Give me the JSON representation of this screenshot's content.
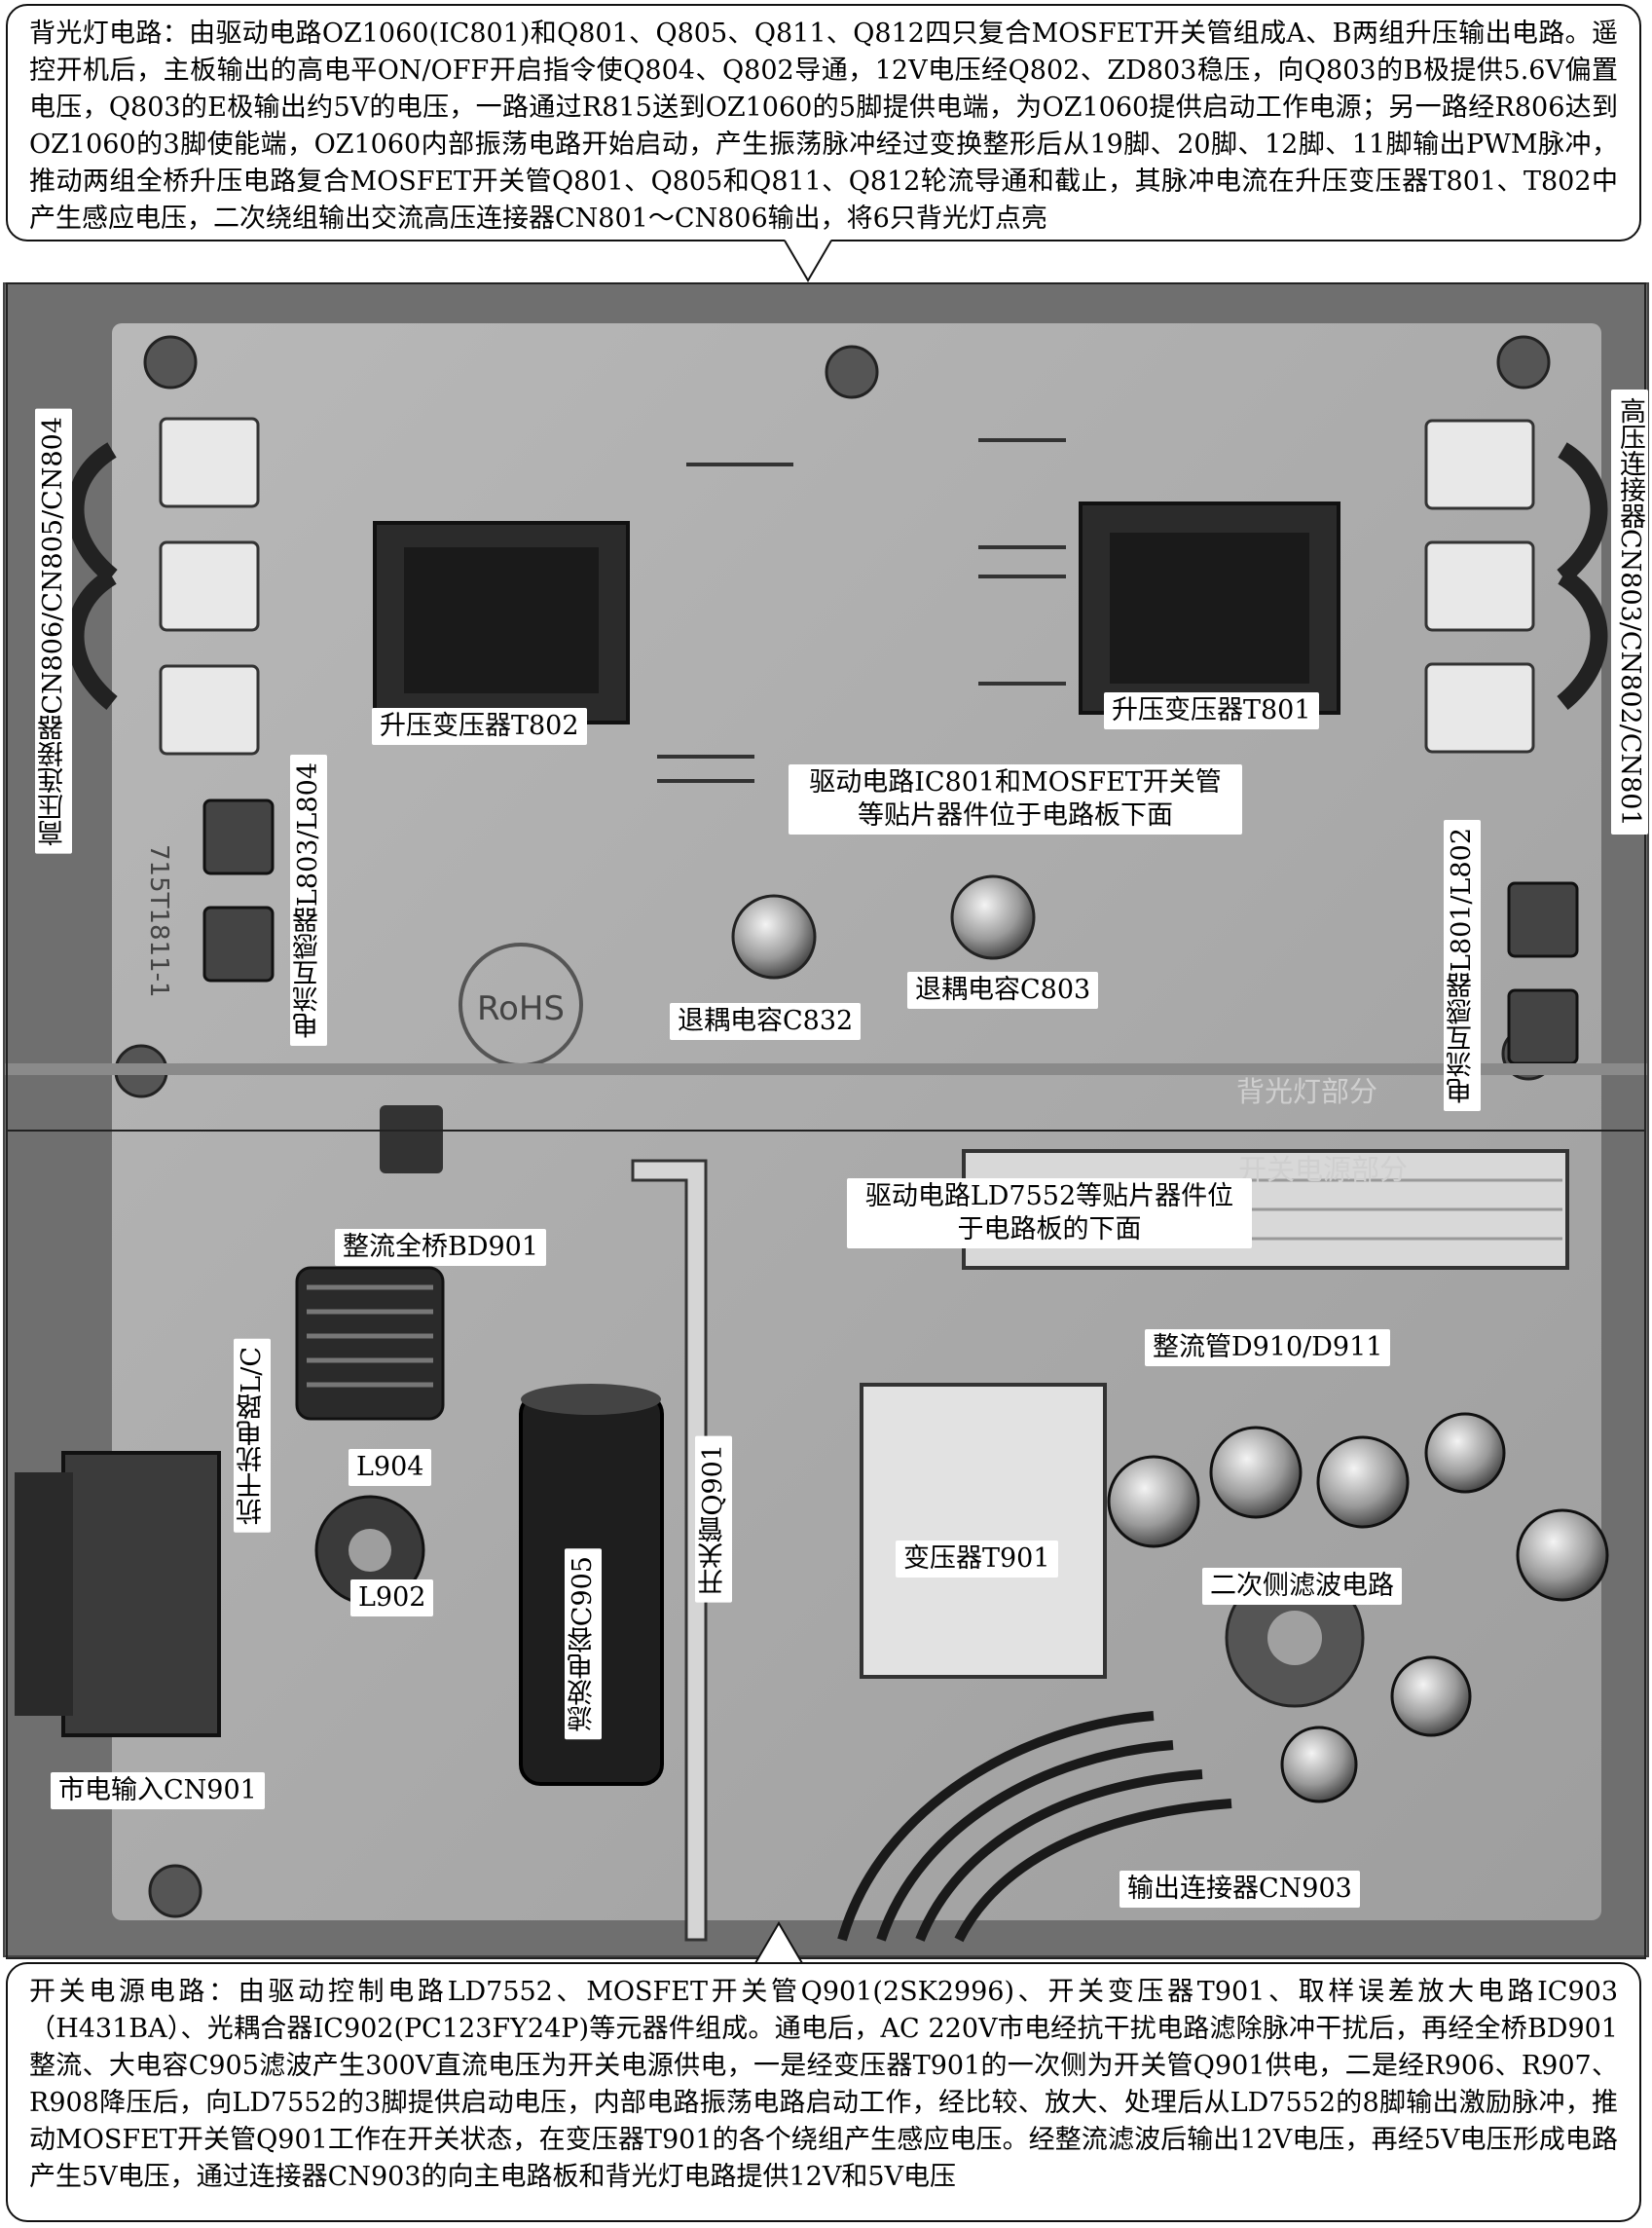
{
  "top_note": "背光灯电路：由驱动电路OZ1060(IC801)和Q801、Q805、Q811、Q812四只复合MOSFET开关管组成A、B两组升压输出电路。遥控开机后，主板输出的高电平ON/OFF开启指令使Q804、Q802导通，12V电压经Q802、ZD803稳压，向Q803的B极提供5.6V偏置电压，Q803的E极输出约5V的电压，一路通过R815送到OZ1060的5脚提供电端，为OZ1060提供启动工作电源；另一路经R806达到OZ1060的3脚使能端，OZ1060内部振荡电路开始启动，产生振荡脉冲经过变换整形后从19脚、20脚、12脚、11脚输出PWM脉冲，推动两组全桥升压电路复合MOSFET开关管Q801、Q805和Q811、Q812轮流导通和截止，其脉冲电流在升压变压器T801、T802中产生感应电压，二次绕组输出交流高压连接器CN801～CN806输出，将6只背光灯点亮",
  "bottom_note": "开关电源电路：由驱动控制电路LD7552、MOSFET开关管Q901(2SK2996)、开关变压器T901、取样误差放大电路IC903（H431BA）、光耦合器IC902(PC123FY24P)等元器件组成。通电后，AC 220V市电经抗干扰电路滤除脉冲干扰后，再经全桥BD901整流、大电容C905滤波产生300V直流电压为开关电源供电，一是经变压器T901的一次侧为开关管Q901供电，二是经R906、R907、R908降压后，向LD7552的3脚提供启动电压，内部电路振荡电路启动工作，经比较、放大、处理后从LD7552的8脚输出激励脉冲，推动MOSFET开关管Q901工作在开关状态，在变压器T901的各个绕组产生感应电压。经整流滤波后输出12V电压，再经5V电压形成电路产生5V电压，通过连接器CN903的向主电路板和背光灯电路提供12V和5V电压",
  "sections": {
    "backlight": "背光灯部分",
    "power": "开关电源部分"
  },
  "labels": {
    "cn_left": "高压连接器CN806/CN805/CN804",
    "cn_right": "高压连接器CN803/CN802/CN801",
    "t802": "升压变压器T802",
    "t801": "升压变压器T801",
    "ic801": "驱动电路IC801和MOSFET开关管等贴片器件位于电路板下面",
    "l803": "电流互感器L803/L804",
    "l801": "电流互感器L801/L802",
    "c832": "退耦电容C832",
    "c803": "退耦电容C803",
    "ld7552": "驱动电路LD7552等贴片器件位于电路板的下面",
    "bd901": "整流全桥BD901",
    "d910": "整流管D910/D911",
    "lc": "抗干扰电路L/C",
    "l904": "L904",
    "l902": "L902",
    "c905": "滤波电容C905",
    "q901": "开关管Q901",
    "t901": "变压器T901",
    "secondary": "二次侧滤波电路",
    "cn901": "市电输入CN901",
    "cn903": "输出连接器CN903"
  },
  "board_markings": {
    "model": "715T1811-1",
    "rohs": "RoHS"
  }
}
